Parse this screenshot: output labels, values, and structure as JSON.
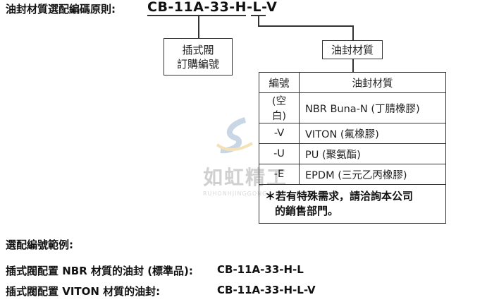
{
  "title": "油封材質選配編碼原則:",
  "code": "CB-11A-33-H-L-V",
  "box_valve": {
    "line1": "插式閥",
    "line2": "訂購編號"
  },
  "box_seal": "油封材質",
  "table": {
    "headers": [
      "編號",
      "油封材質"
    ],
    "rows": [
      [
        "(空白)",
        "NBR Buna-N (丁腈橡膠)"
      ],
      [
        "-V",
        "VITON (氟橡膠)"
      ],
      [
        "-U",
        "PU (聚氨酯)"
      ],
      [
        "-E",
        "EPDM (三元乙丙橡膠)"
      ]
    ],
    "note_line1": "＊若有特殊需求，請洽詢本公司",
    "note_line2": "的銷售部門。"
  },
  "watermark": {
    "cn": "如虹精工",
    "en": "RUHONHJINGGONG"
  },
  "examples_title": "選配編號範例:",
  "examples": [
    {
      "label": "插式閥配置 NBR 材質的油封 (標準品):",
      "code": "CB-11A-33-H-L"
    },
    {
      "label": "插式閥配置 VITON 材質的油封:",
      "code": "CB-11A-33-H-L-V"
    }
  ]
}
